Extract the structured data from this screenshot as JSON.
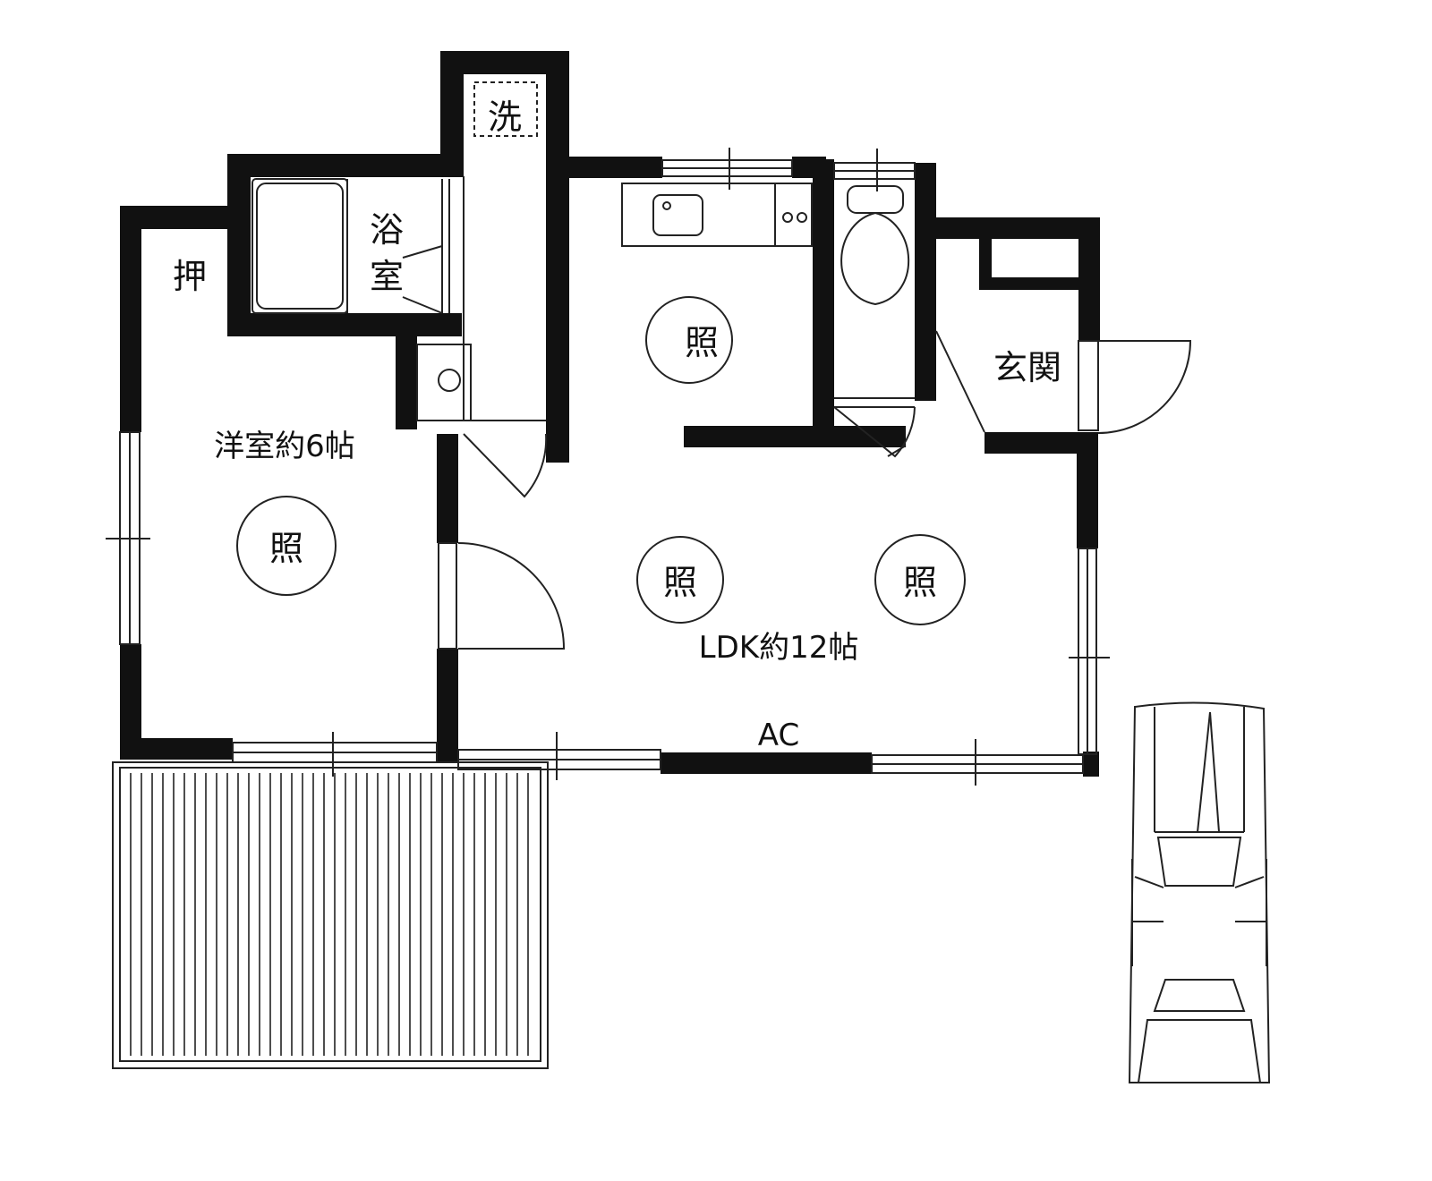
{
  "rooms": {
    "washroom": "洗",
    "bath_1": "浴",
    "bath_2": "室",
    "closet": "押",
    "western_room": "洋室約6帖",
    "entrance": "玄関",
    "ldk": "LDK約12帖"
  },
  "fixtures": {
    "light": "照",
    "aircon": "AC"
  },
  "colors": {
    "wall": "#111111",
    "background": "#ffffff",
    "line": "#222222"
  }
}
